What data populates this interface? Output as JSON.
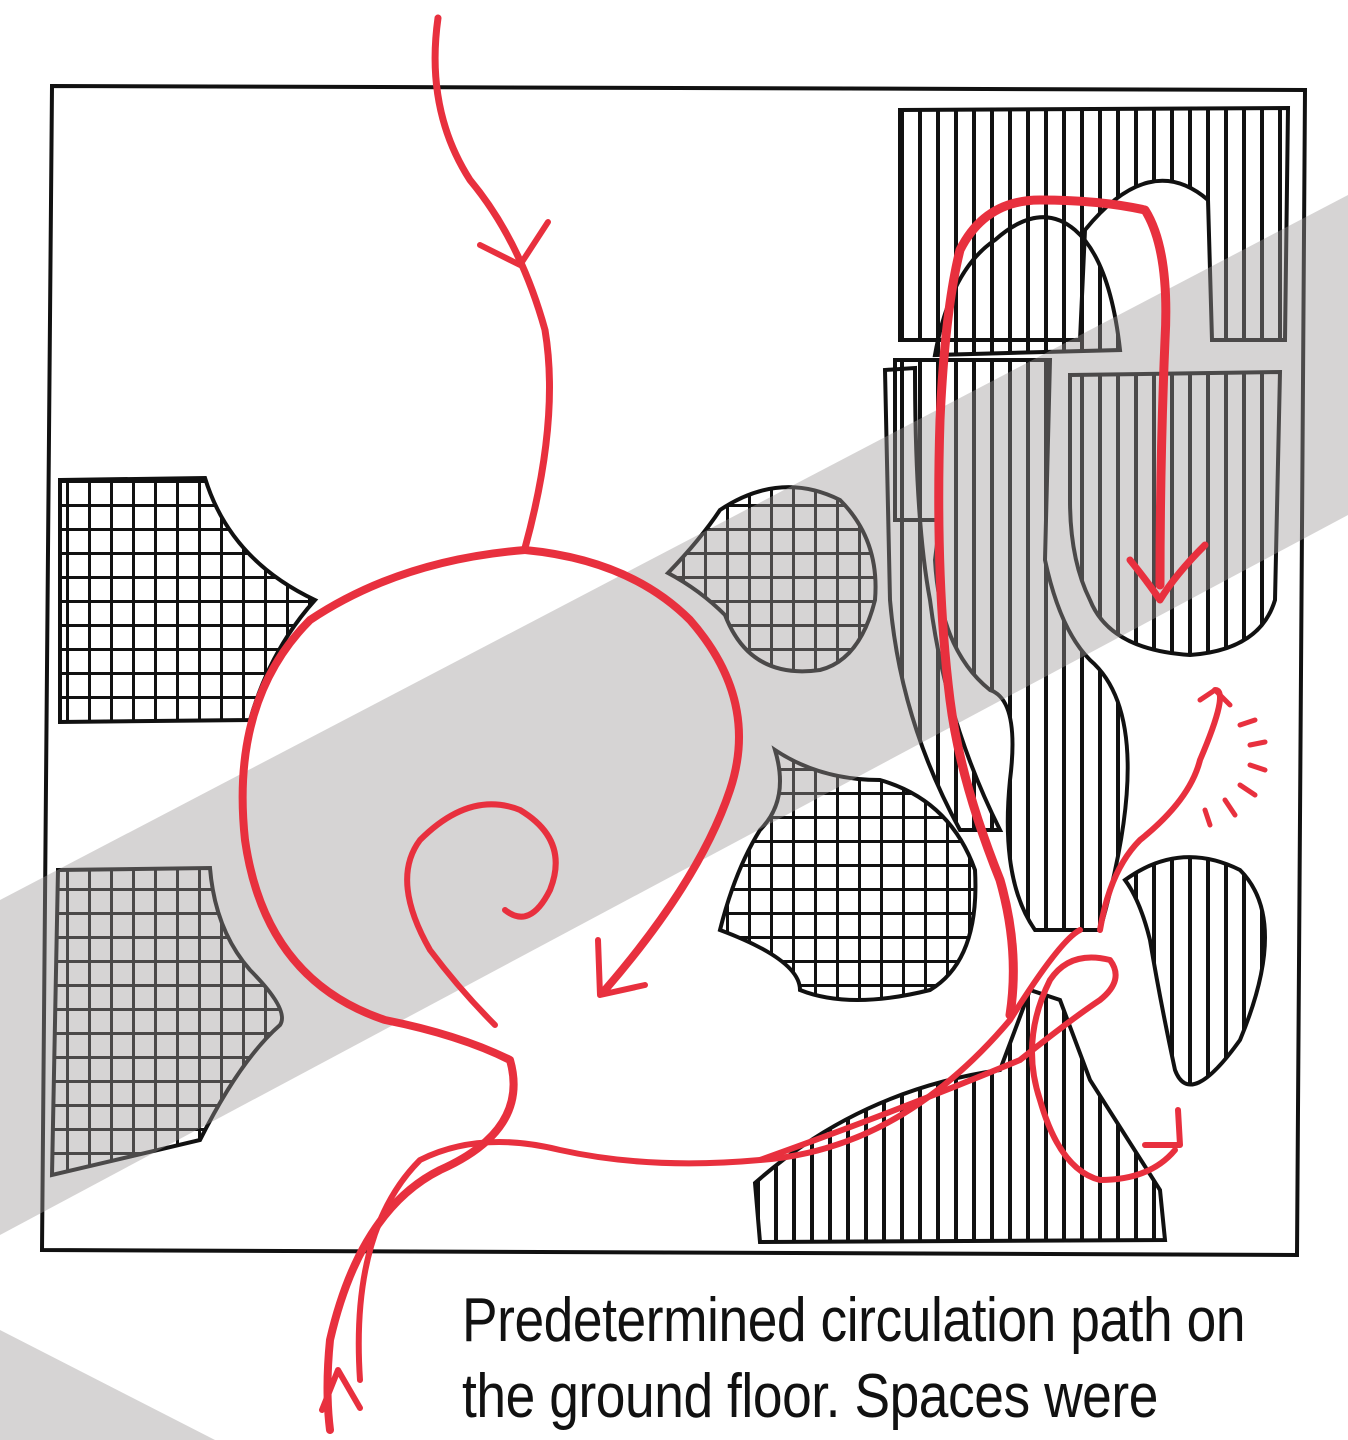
{
  "caption": {
    "line1": "Predetermined circulation path on",
    "line2": "the ground floor. Spaces were"
  },
  "colors": {
    "ink": "#111111",
    "circulation": "#e8303e",
    "band": "#b7b3b3",
    "paper": "#ffffff"
  },
  "legend_elements": [
    {
      "name": "grid-hatched-space",
      "pattern": "crosshatch"
    },
    {
      "name": "line-hatched-space",
      "pattern": "vertical-lines"
    },
    {
      "name": "circulation-path",
      "pattern": "red-arrow"
    }
  ]
}
